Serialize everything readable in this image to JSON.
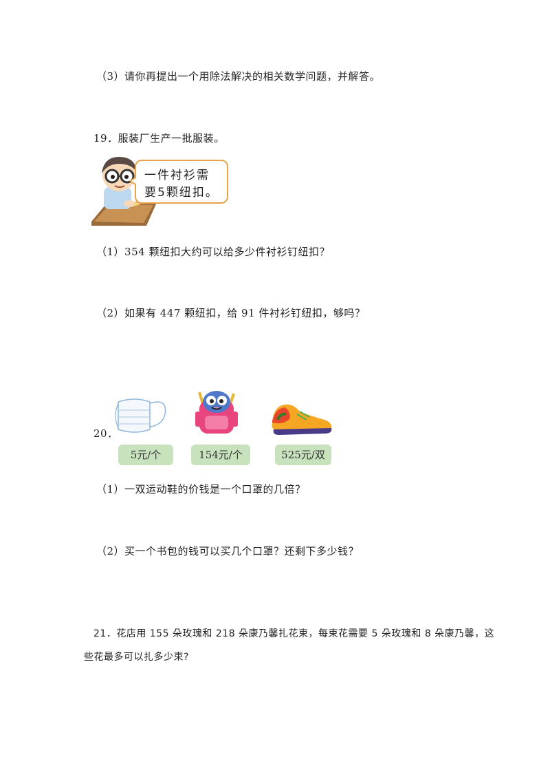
{
  "q18_sub3": "（3）请你再提出一个用除法解决的相关数学问题，并解答。",
  "q19": {
    "title": "19．服装厂生产一批服装。",
    "speech_line1": "一件衬衫需",
    "speech_line2": "要5颗纽扣。",
    "sub1": "（1）354 颗纽扣大约可以给多少件衬衫钉纽扣？",
    "sub2": "（2）如果有 447 颗纽扣，给 91 件衬衫钉纽扣，够吗？"
  },
  "q20": {
    "number": "20．",
    "items": [
      {
        "name": "mask-icon",
        "price": "5元/个"
      },
      {
        "name": "backpack-icon",
        "price": "154元/个"
      },
      {
        "name": "sneaker-icon",
        "price": "525元/双"
      }
    ],
    "sub1": "（1）一双运动鞋的价钱是一个口罩的几倍？",
    "sub2": "（2）买一个书包的钱可以买几个口罩？还剩下多少钱？"
  },
  "q21": {
    "line1": "21．花店用 155 朵玫瑰和 218 朵康乃馨扎花束，每束花需要 5 朵玫瑰和 8 朵康乃馨，这",
    "line2": "些花最多可以扎多少束?"
  },
  "colors": {
    "price_tag": "#c8e2bd",
    "bubble_border": "#e8a24a"
  }
}
